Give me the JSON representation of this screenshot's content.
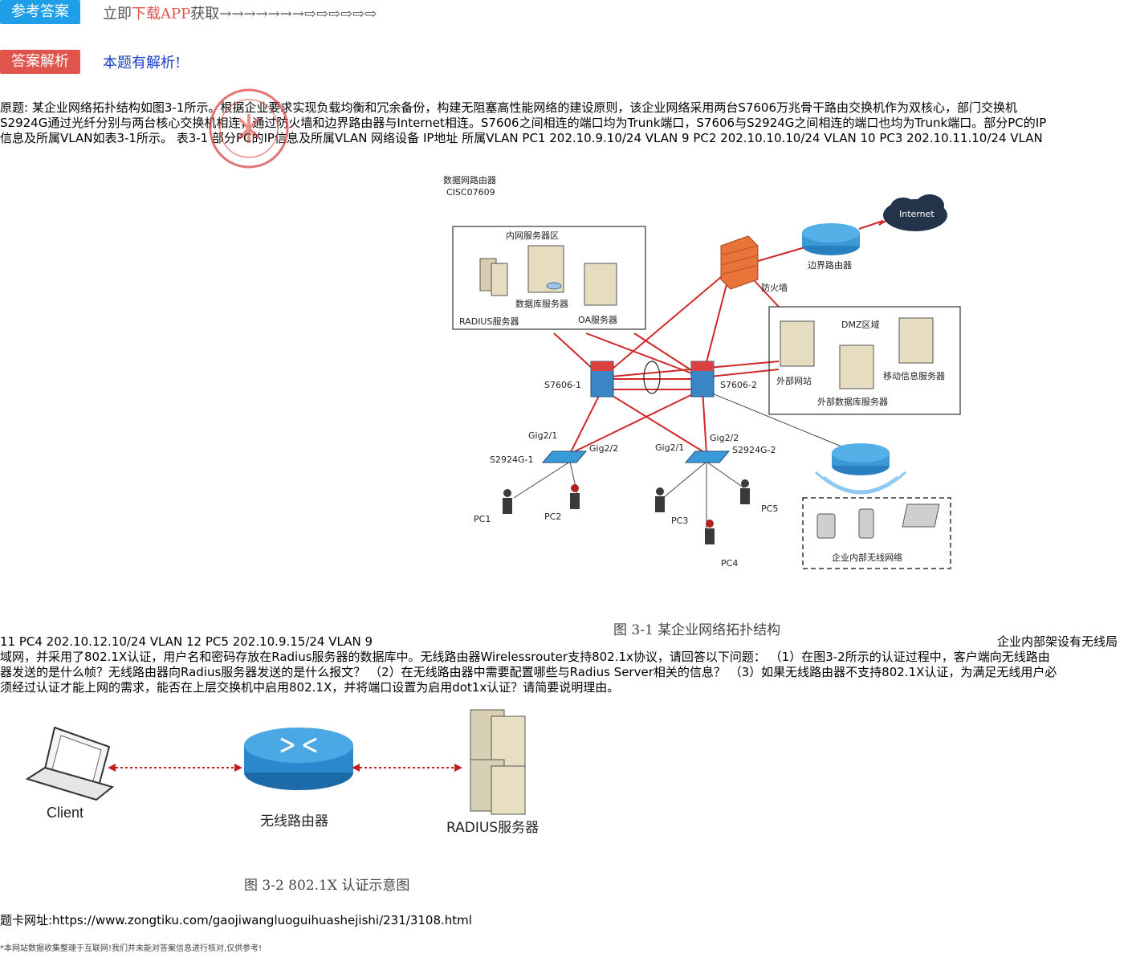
{
  "header": {
    "answer_button": "参考答案",
    "promo_prefix": "立即",
    "promo_highlight": "下载APP",
    "promo_suffix": "获取→→→→→→→⇨⇨⇨⇨⇨⇨",
    "analysis_button": "答案解析",
    "analysis_text": "本题有解析!"
  },
  "question": {
    "line1": "原题: 某企业网络拓扑结构如图3-1所示。根据企业要求实现负载均衡和冗余备份，构建无阻塞高性能网络的建设原则，该企业网络采用两台S7606万兆骨干路由交换机作为双核心，部门交换机",
    "line2": "S2924G通过光纤分别与两台核心交换机相连，通过防火墙和边界路由器与Internet相连。S7606之间相连的端口均为Trunk端口，S7606与S2924G之间相连的端口也均为Trunk端口。部分PC的IP",
    "line3": "信息及所属VLAN如表3-1所示。 表3-1 部分PC的IP信息及所属VLAN 网络设备 IP地址 所属VLAN PC1 202.10.9.10/24 VLAN 9 PC2 202.10.10.10/24 VLAN 10 PC3 202.10.11.10/24 VLAN",
    "line4a": "11 PC4 202.10.12.10/24 VLAN 12 PC5 202.10.9.15/24 VLAN 9",
    "line4b": "企业内部架设有无线局",
    "line5": "域网，并采用了802.1X认证，用户名和密码存放在Radius服务器的数据库中。无线路由器Wirelessrouter支持802.1x协议，请回答以下问题： （1）在图3-2所示的认证过程中，客户端向无线路由",
    "line6": "器发送的是什么帧？无线路由器向Radius服务器发送的是什么报文？ （2）在无线路由器中需要配置哪些与Radius Server相关的信息？ （3）如果无线路由器不支持802.1X认证，为满足无线用户必",
    "line7": "须经过认证才能上网的需求，能否在上层交换机中启用802.1X，并将端口设置为启用dot1x认证？请简要说明理由。"
  },
  "figure1": {
    "caption": "图 3-1 某企业网络拓扑结构",
    "core_router": "数据网路由器",
    "core_model": "CISC07609",
    "intranet_zone": "内网服务器区",
    "radius": "RADIUS服务器",
    "db_server": "数据库服务器",
    "oa_server": "OA服务器",
    "firewall": "防火墙",
    "border_router": "边界路由器",
    "internet": "Internet",
    "dmz": "DMZ区域",
    "ext_web": "外部网站",
    "ext_db": "外部数据库服务器",
    "mobile_server": "移动信息服务器",
    "core1": "S7606-1",
    "core2": "S7606-2",
    "sw1": "S2924G-1",
    "sw2": "S2924G-2",
    "gig21a": "Gig2/1",
    "gig22a": "Gig2/2",
    "gig21b": "Gig2/1",
    "gig22b": "Gig2/2",
    "pc1": "PC1",
    "pc2": "PC2",
    "pc3": "PC3",
    "pc4": "PC4",
    "pc5": "PC5",
    "wlan": "企业内部无线网络"
  },
  "figure2": {
    "caption": "图 3-2 802.1X 认证示意图",
    "client": "Client",
    "router": "无线路由器",
    "radius": "RADIUS服务器"
  },
  "footer": {
    "url": "题卡网址:https://www.zongtiku.com/gaojiwangluoguihuashejishi/231/3108.html",
    "disclaimer": "*本网站数据收集整理于互联网!我们并未能对答案信息进行核对,仅供参考!"
  },
  "colors": {
    "answer_button": "#1e9fe8",
    "analysis_button": "#e1544c",
    "link_blue": "#1a3fc9",
    "topology_link": "#d02828"
  }
}
